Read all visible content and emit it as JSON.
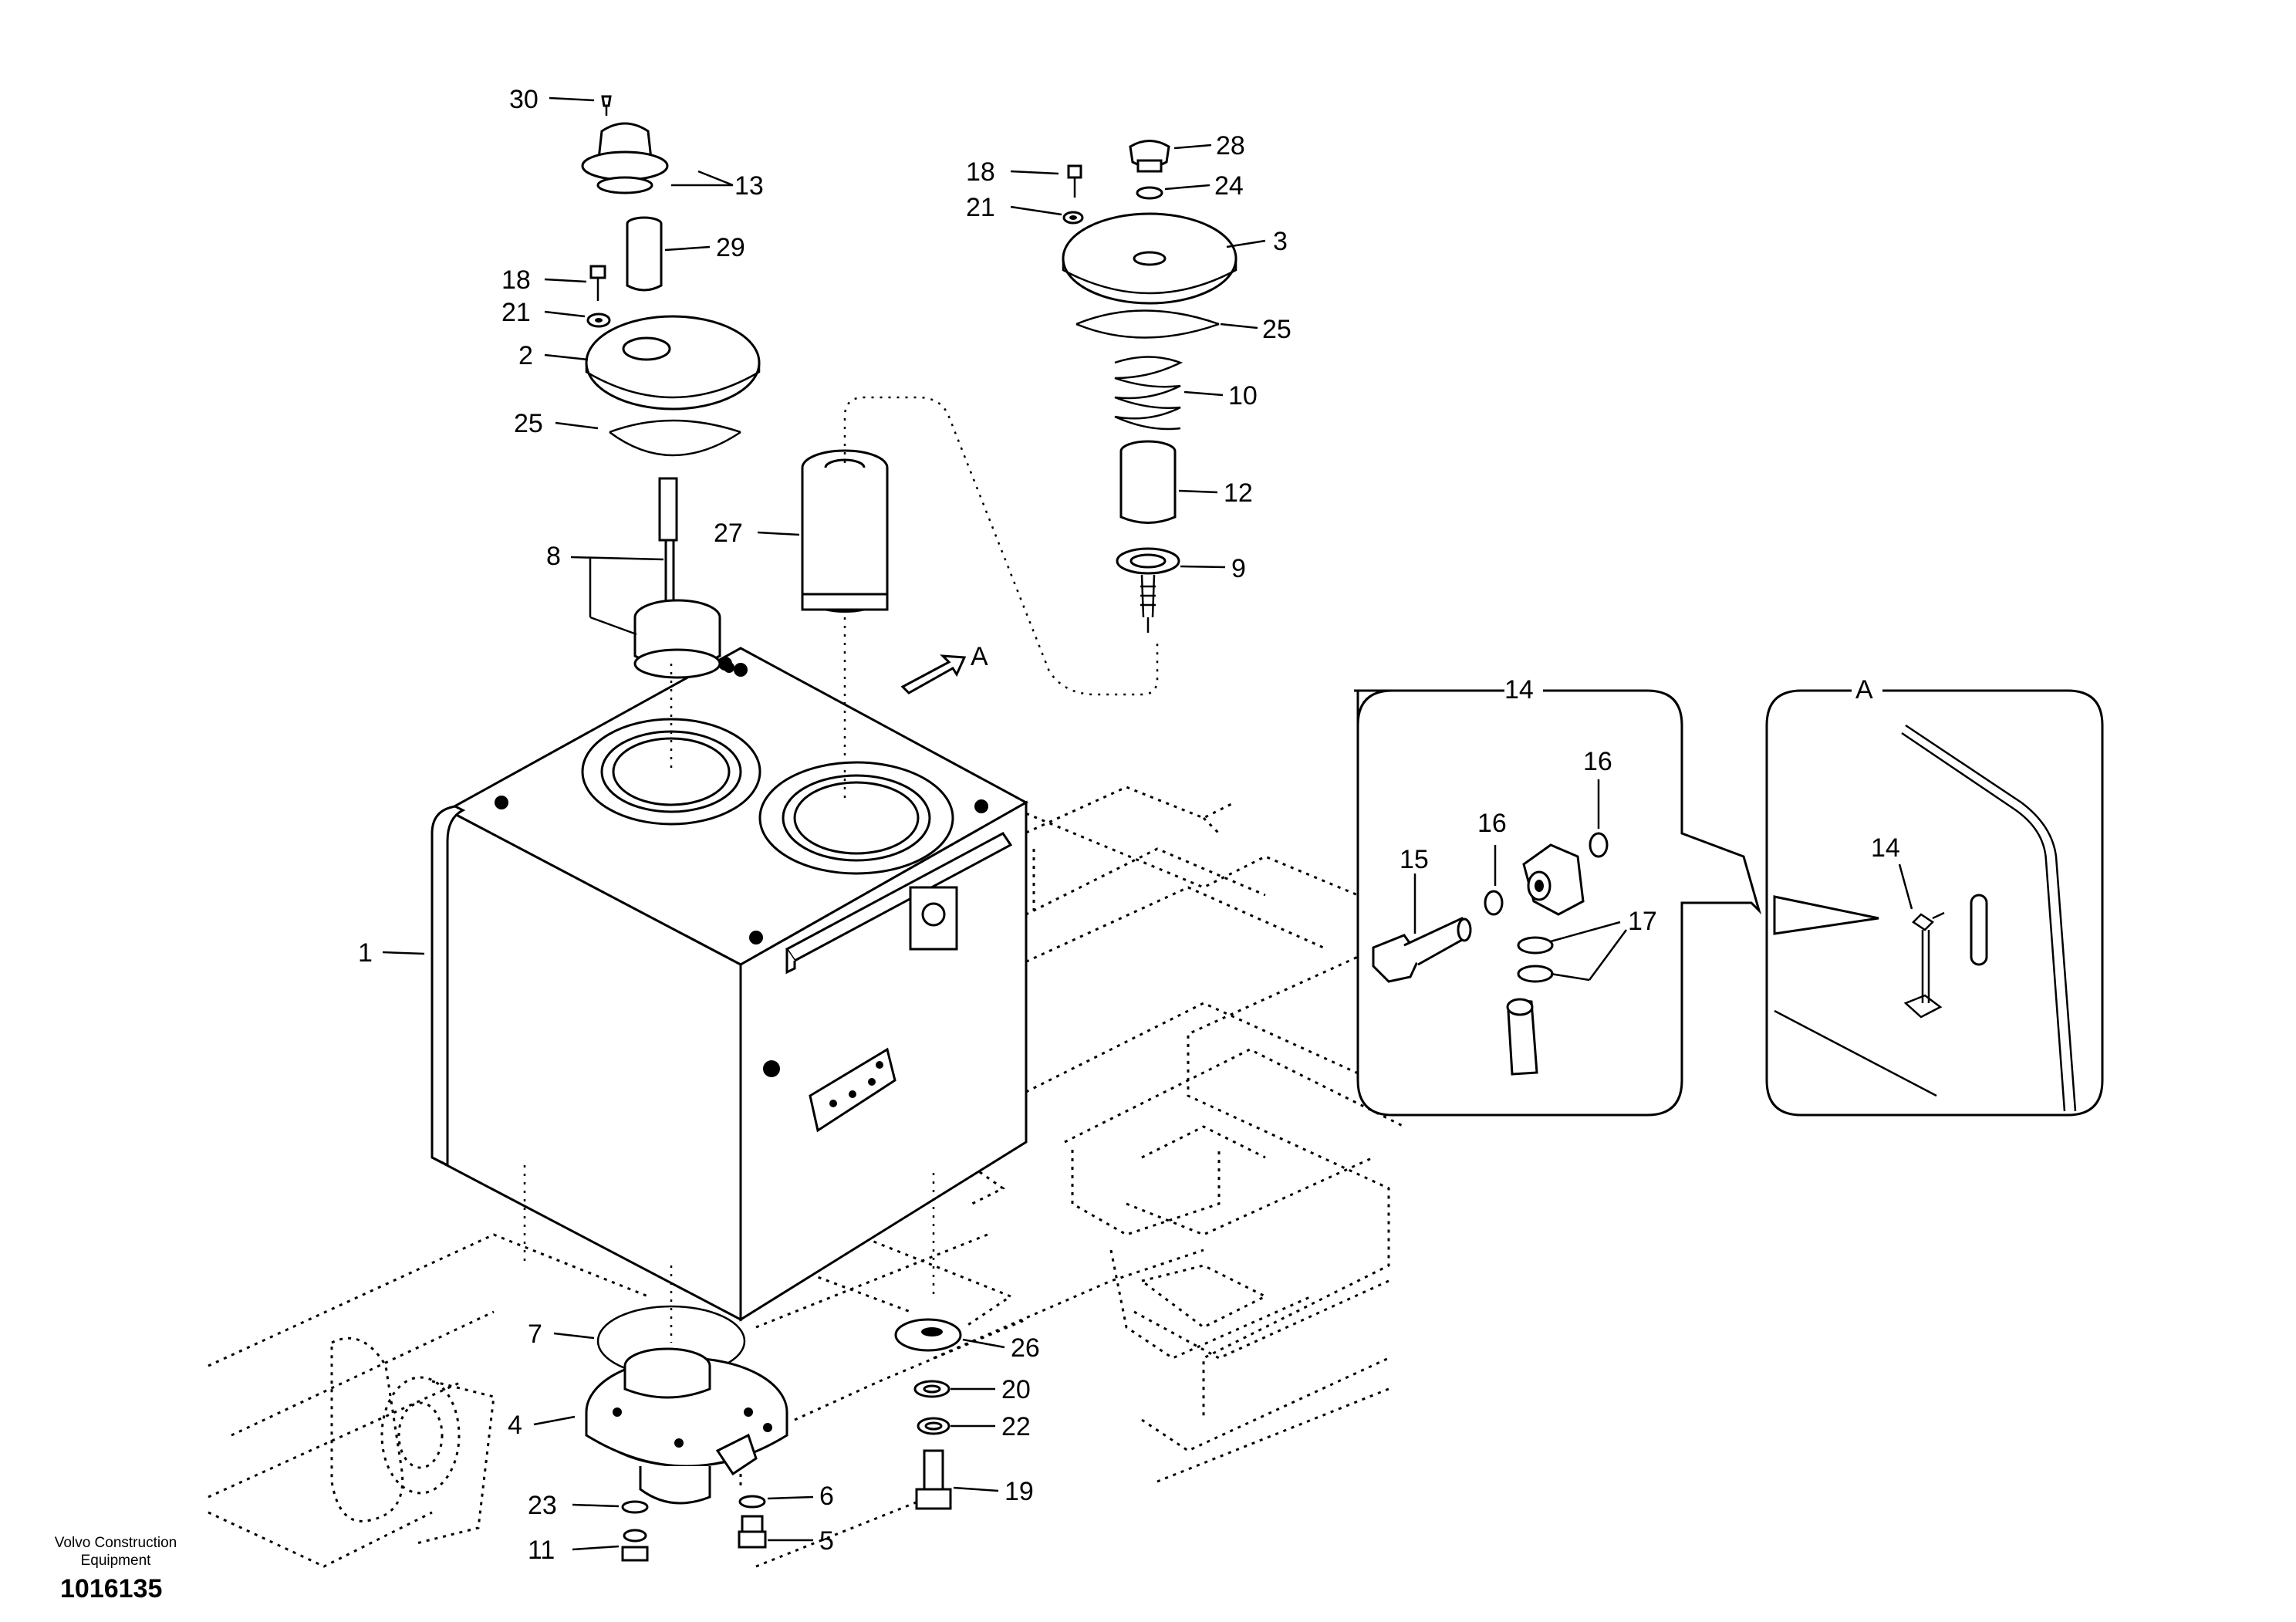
{
  "brand": {
    "line1": "Volvo Construction",
    "line2": "Equipment"
  },
  "document_number": "1016135",
  "view_arrow_label": "A",
  "detail_panels": [
    {
      "title": "14"
    },
    {
      "title": "A"
    }
  ],
  "callouts": [
    "30",
    "13",
    "29",
    "18",
    "21",
    "2",
    "25",
    "8",
    "27",
    "1",
    "18",
    "21",
    "28",
    "24",
    "3",
    "25",
    "10",
    "12",
    "9",
    "7",
    "4",
    "23",
    "11",
    "6",
    "5",
    "26",
    "20",
    "22",
    "19",
    "16",
    "16",
    "15",
    "17",
    "14"
  ]
}
